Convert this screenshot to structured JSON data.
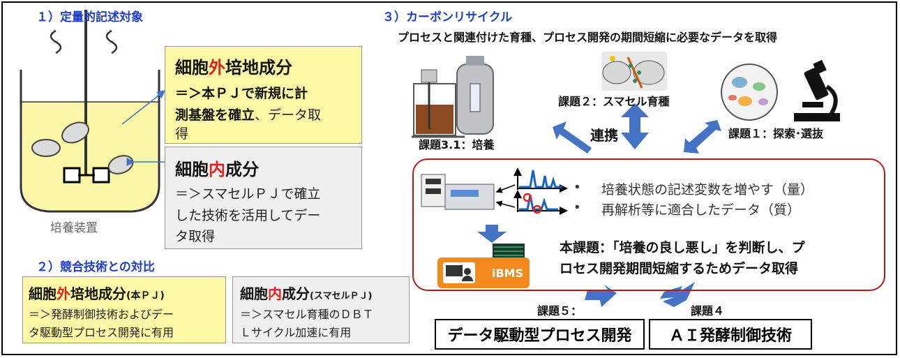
{
  "section1": {
    "title": "１）定量的記述対象",
    "vessel_label": "培養装置",
    "extra": {
      "title_prefix": "細胞",
      "title_highlight": "外",
      "title_suffix": "培地成分",
      "line1_bold": "＝＞本ＰＪで新規に計",
      "line2_bold": "測基盤を確立",
      "line2_rest": "、データ取",
      "line3": "得"
    },
    "intra": {
      "title_prefix": "細胞",
      "title_highlight": "内",
      "title_suffix": "成分",
      "line1": "＝＞スマセルＰＪで確立",
      "line2": "した技術を活用してデー",
      "line3": "タ取得"
    }
  },
  "section2": {
    "title": "２）競合技術との対比",
    "left": {
      "title_prefix": "細胞",
      "title_highlight": "外",
      "title_suffix": "培地成分",
      "title_small": "(本ＰＪ)",
      "line1": "＝＞発酵制御技術およびデー",
      "line2": "タ駆動型プロセス開発に有用"
    },
    "right": {
      "title_prefix": "細胞",
      "title_highlight": "内",
      "title_suffix": "成分",
      "title_small": "(スマセルＰＪ)",
      "line1": "＝＞スマセル育種のＤＢＴ",
      "line2": "Ｌサイクル加速に有用"
    }
  },
  "section3": {
    "title": "３）カーボンリサイクル",
    "subtitle": "プロセスと関連付けた育種、プロセス開発の期間短縮に必要なデータを取得",
    "task31": "課題3.1：培養",
    "task2": "課題２：スマセル育種",
    "task1": "課題１：探索･選抜",
    "link": "連携",
    "bullet1": "培養状態の記述変数を増やす（量）",
    "bullet2": "再解析等に適合したデータ（質）",
    "main_line1": "本課題：「培養の良し悪し」を判断し、プ",
    "main_line2": "ロセス開発期間短縮するためデータ取得",
    "ibms": "iBMS",
    "task5": "課題５：",
    "task4": "課題４",
    "out1": "データ駆動型プロセス開発",
    "out2": "ＡＩ発酵制御技術"
  },
  "colors": {
    "heading_blue": "#1f3fbf",
    "arrow_blue": "#4472c4",
    "highlight_red": "#e8201b",
    "yellow_box": "#fef9a7",
    "gray_box": "#f0f0f0",
    "loop_border": "#b31b1b",
    "ibms_orange": "#f28a1e"
  }
}
